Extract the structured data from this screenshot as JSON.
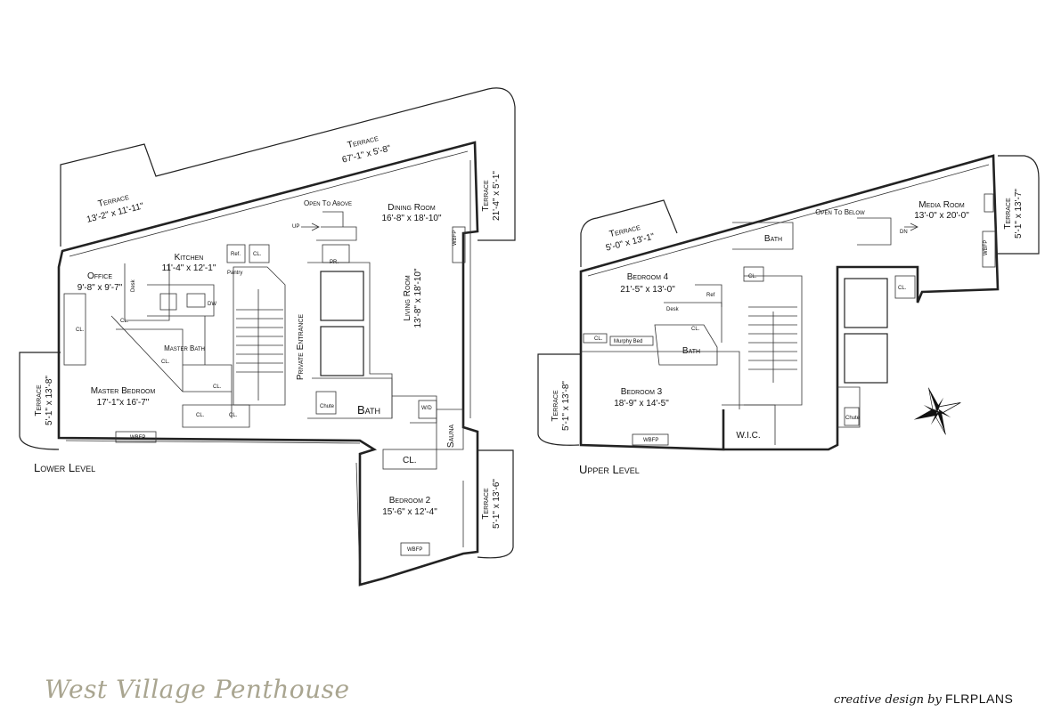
{
  "title": "West Village Penthouse",
  "credit": {
    "prefix": "creative design by",
    "brand": "FLRPLANS"
  },
  "levels": {
    "lower": "Lower Level",
    "upper": "Upper Level"
  },
  "lower_rooms": {
    "terrace_top": {
      "name": "Terrace",
      "dims": "67'-1\" x 5'-8\""
    },
    "terrace_left": {
      "name": "Terrace",
      "dims": "13'-2\" x 11'-11\""
    },
    "terrace_right": {
      "name": "Terrace",
      "dims": "21'-4\" x 5'-1\""
    },
    "terrace_west": {
      "name": "Terrace",
      "dims": "5'-1\" x 13'-8\""
    },
    "terrace_se": {
      "name": "Terrace",
      "dims": "5'-1\" x 13'-6\""
    },
    "office": {
      "name": "Office",
      "dims": "9'-8\" x 9'-7\""
    },
    "kitchen": {
      "name": "Kitchen",
      "dims": "11'-4\" x 12'-1\""
    },
    "dining": {
      "name": "Dining Room",
      "dims": "16'-8\" x 18'-10\""
    },
    "living": {
      "name": "Living Room",
      "dims": "13'-8\" x 18'-10\""
    },
    "master_bedroom": {
      "name": "Master Bedroom",
      "dims": "17'-1\"x 16'-7\""
    },
    "master_bath": "Master Bath",
    "bedroom2": {
      "name": "Bedroom 2",
      "dims": "15'-6\" x 12'-4\""
    },
    "private_entrance": "Private Entrance",
    "bath": "Bath",
    "sauna": "Sauna",
    "open_above": "Open To Above",
    "up": "UP",
    "pr": "PR.",
    "chute": "Chute",
    "wd": "W/D",
    "ref": "Ref.",
    "pantry": "Pantry",
    "dw": "DW",
    "desk": "Desk",
    "cl": "CL.",
    "wbfp": "WBFP"
  },
  "upper_rooms": {
    "terrace_nw": {
      "name": "Terrace",
      "dims": "5'-0\" x 13'-1\""
    },
    "terrace_w": {
      "name": "Terrace",
      "dims": "5'-1\" x 13'-8\""
    },
    "terrace_e": {
      "name": "Terrace",
      "dims": "5'-1\" x 13'-7\""
    },
    "bedroom4": {
      "name": "Bedroom 4",
      "dims": "21'-5\" x 13'-0\""
    },
    "bedroom3": {
      "name": "Bedroom 3",
      "dims": "18'-9\" x 14'-5\""
    },
    "media": {
      "name": "Media Room",
      "dims": "13'-0\" x 20'-0\""
    },
    "bath": "Bath",
    "open_below": "Open To Below",
    "dn": "DN",
    "wic": "W.I.C.",
    "murphy": "Murphy Bed",
    "desk": "Desk",
    "ref": "Ref",
    "cl": "CL.",
    "chute": "Chute",
    "wbfp": "WBFP"
  }
}
